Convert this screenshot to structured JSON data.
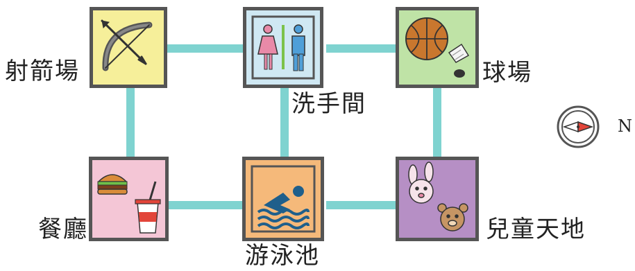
{
  "places": [
    {
      "id": "archery",
      "label": "射箭場",
      "icon": "bow-and-arrow-icon",
      "color": "#f6ef9a"
    },
    {
      "id": "toilet",
      "label": "洗手間",
      "icon": "restroom-icon",
      "color": "#cfe8f3"
    },
    {
      "id": "court",
      "label": "球場",
      "icon": "basketball-shuttlecock-icon",
      "color": "#bfe3a6"
    },
    {
      "id": "restaurant",
      "label": "餐廳",
      "icon": "burger-drink-icon",
      "color": "#f4c6d6"
    },
    {
      "id": "pool",
      "label": "游泳池",
      "icon": "swimmer-icon",
      "color": "#f5b97a"
    },
    {
      "id": "playground",
      "label": "兒童天地",
      "icon": "toys-icon",
      "color": "#b68fc5"
    }
  ],
  "compass": {
    "label": "N",
    "icon": "compass-icon"
  },
  "colors": {
    "path": "#7fd3d0",
    "frame": "#555555"
  }
}
